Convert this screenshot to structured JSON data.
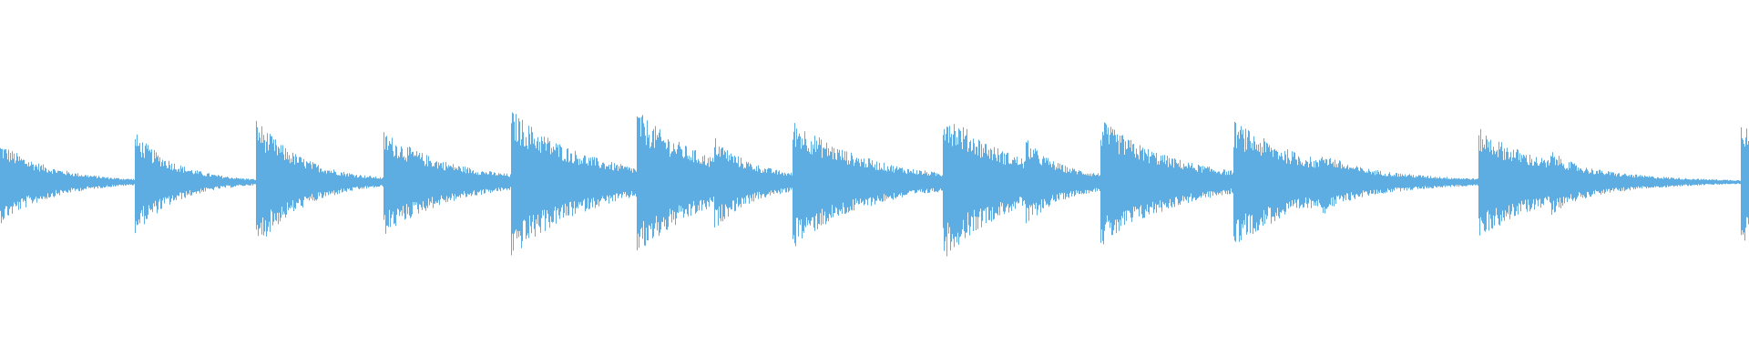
{
  "waveform": {
    "color": "#5dade2",
    "background": "#ffffff",
    "duration_units": 1000,
    "onsets": [
      {
        "t": 0,
        "amp": 0.22,
        "decay": 0.03
      },
      {
        "t": 77,
        "amp": 0.26,
        "decay": 0.024
      },
      {
        "t": 146,
        "amp": 0.34,
        "decay": 0.028
      },
      {
        "t": 219,
        "amp": 0.26,
        "decay": 0.04
      },
      {
        "t": 292,
        "amp": 0.36,
        "decay": 0.045
      },
      {
        "t": 364,
        "amp": 0.32,
        "decay": 0.04
      },
      {
        "t": 408,
        "amp": 0.12,
        "decay": 0.015
      },
      {
        "t": 453,
        "amp": 0.3,
        "decay": 0.045
      },
      {
        "t": 539,
        "amp": 0.36,
        "decay": 0.04
      },
      {
        "t": 586,
        "amp": 0.12,
        "decay": 0.012
      },
      {
        "t": 629,
        "amp": 0.3,
        "decay": 0.045
      },
      {
        "t": 705,
        "amp": 0.28,
        "decay": 0.05
      },
      {
        "t": 755,
        "amp": 0.06,
        "decay": 0.01
      },
      {
        "t": 845,
        "amp": 0.28,
        "decay": 0.045
      },
      {
        "t": 886,
        "amp": 0.06,
        "decay": 0.01
      },
      {
        "t": 995,
        "amp": 0.42,
        "decay": 0.01
      }
    ]
  }
}
